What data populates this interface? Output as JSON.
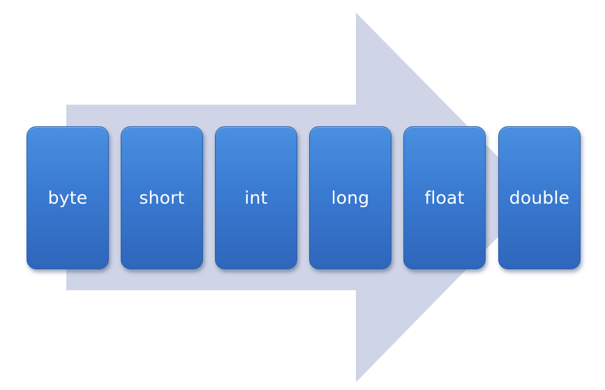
{
  "diagram": {
    "arrow_color": "#cfd5e6",
    "box_color": "#3b7fd4",
    "label_color": "#ffffff",
    "types": [
      {
        "label": "byte"
      },
      {
        "label": "short"
      },
      {
        "label": "int"
      },
      {
        "label": "long"
      },
      {
        "label": "float"
      },
      {
        "label": "double"
      }
    ]
  }
}
